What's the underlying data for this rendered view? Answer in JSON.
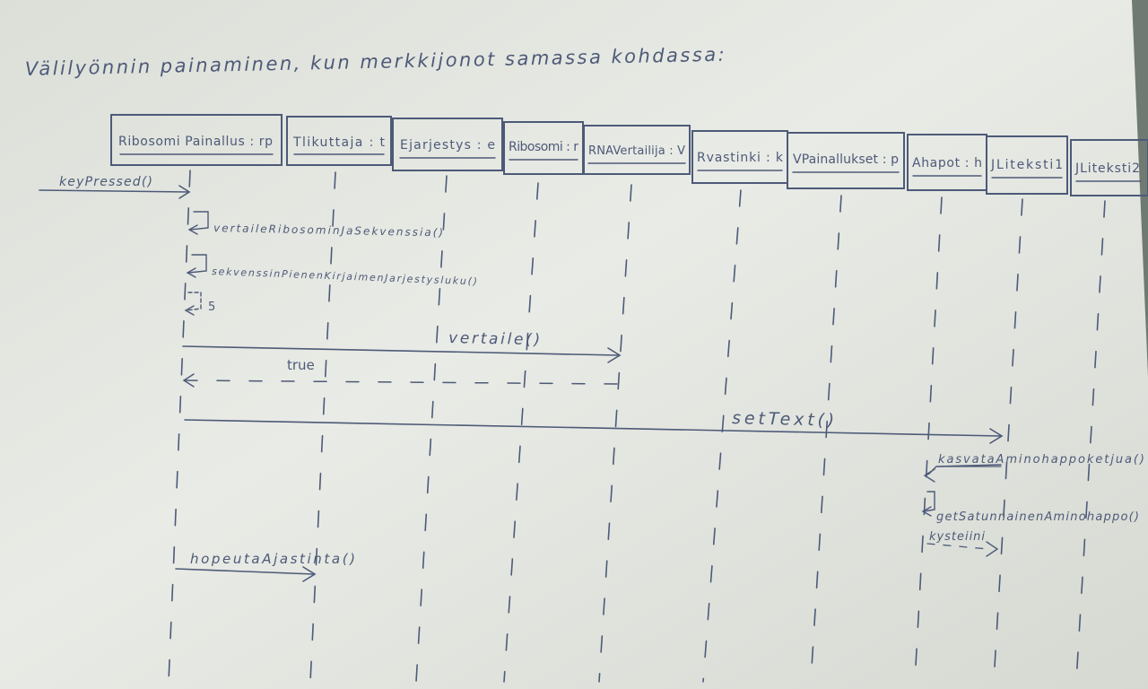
{
  "title": "Välilyönnin painaminen, kun merkkijonot samassa kohdassa:",
  "lifelines": [
    "Ribosomi Painallus : rp",
    "Tlikuttaja : t",
    "Ejarjestys : e",
    "Ribosomi : r",
    "RNAVertailija : V",
    "Rvastinki : k",
    "VPainallukset : p",
    "Ahapot : h",
    "JLiteksti1",
    "JLiteksti2"
  ],
  "messages": [
    {
      "label": "keyPressed()"
    },
    {
      "label": "vertaileRibosominJaSekvenssia()"
    },
    {
      "label": "sekvenssinPienenKirjaimenJarjestysluku()"
    },
    {
      "label": "5"
    },
    {
      "label": "vertaile()"
    },
    {
      "label": "true"
    },
    {
      "label": "setText()"
    },
    {
      "label": "kasvataAminohappoketjua()"
    },
    {
      "label": "getSatunnainenAminohappo()"
    },
    {
      "label": "kysteiini"
    },
    {
      "label": "hopeutaAjastinta()"
    }
  ],
  "colors": {
    "paper": "#e6e8e2",
    "ink": "#4d5a78",
    "background": "#6f7a73"
  }
}
